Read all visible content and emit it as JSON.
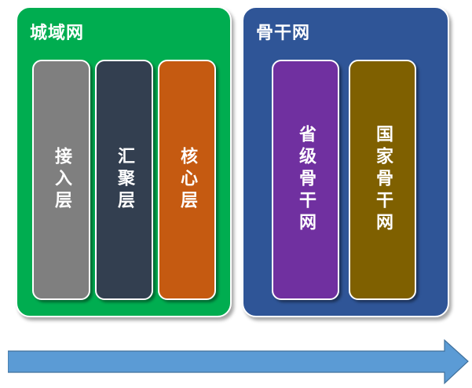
{
  "groups": [
    {
      "title": "城域网",
      "color": "#00AD50",
      "layers": [
        {
          "label": "接入层",
          "color": "#7F7F7F"
        },
        {
          "label": "汇聚层",
          "color": "#333F50"
        },
        {
          "label": "核心层",
          "color": "#C55A11"
        }
      ]
    },
    {
      "title": "骨干网",
      "color": "#2F5597",
      "layers": [
        {
          "label": "省级骨干网",
          "color": "#7030A0"
        },
        {
          "label": "国家骨干网",
          "color": "#7F6000"
        }
      ]
    }
  ],
  "arrow": {
    "color": "#5B9BD5",
    "direction": "right"
  }
}
